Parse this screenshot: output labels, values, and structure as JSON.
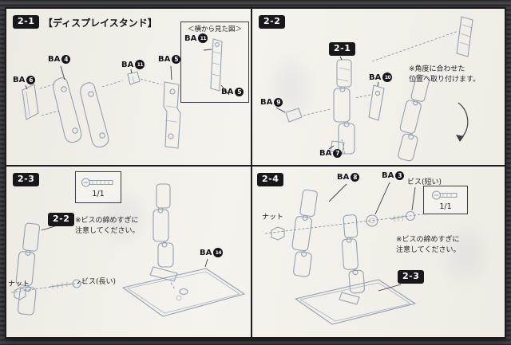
{
  "panel21": {
    "step": "2-1",
    "title": "【ディスプレイスタンド】",
    "parts": {
      "ba4": {
        "prefix": "BA",
        "num": "4"
      },
      "ba6": {
        "prefix": "BA",
        "num": "6"
      },
      "ba11": {
        "prefix": "BA",
        "num": "11"
      },
      "ba5": {
        "prefix": "BA",
        "num": "5"
      }
    },
    "inset": {
      "title": "＜横から見た図＞",
      "parts": {
        "ba11": {
          "prefix": "BA",
          "num": "11"
        },
        "ba5": {
          "prefix": "BA",
          "num": "5"
        }
      }
    }
  },
  "panel22": {
    "step": "2-2",
    "ref": "2-1",
    "parts": {
      "ba10": {
        "prefix": "BA",
        "num": "10"
      },
      "ba9": {
        "prefix": "BA",
        "num": "9"
      },
      "ba7": {
        "prefix": "BA",
        "num": "7"
      }
    },
    "note_line1": "※角度に合わせた",
    "note_line2": "位置へ取り付けます。"
  },
  "panel23": {
    "step": "2-3",
    "ref": "2-2",
    "scale": "1/1",
    "note_line1": "※ビスの締めすぎに",
    "note_line2": "注意してください。",
    "screw_label": "ビス(長い)",
    "nut_label": "ナット",
    "parts": {
      "ba14": {
        "prefix": "BA",
        "num": "14"
      }
    }
  },
  "panel24": {
    "step": "2-4",
    "ref": "2-3",
    "scale": "1/1",
    "note_line1": "※ビスの締めすぎに",
    "note_line2": "注意してください。",
    "screw_label": "ビス(短い)",
    "nut_label": "ナット",
    "parts": {
      "ba8": {
        "prefix": "BA",
        "num": "8"
      },
      "ba3": {
        "prefix": "BA",
        "num": "3"
      }
    }
  }
}
